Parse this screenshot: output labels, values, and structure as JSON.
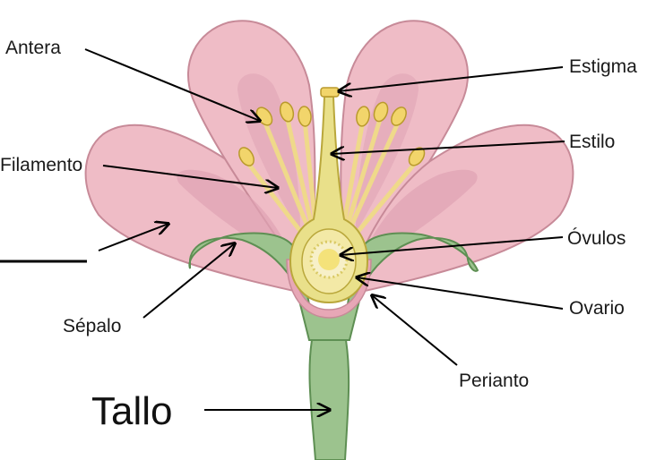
{
  "labels": {
    "antera": "Antera",
    "filamento": "Filamento",
    "estigma": "Estigma",
    "estilo": "Estilo",
    "ovulos": "Óvulos",
    "ovario": "Ovario",
    "sepalo": "Sépalo",
    "perianto": "Perianto",
    "tallo": "Tallo"
  },
  "colors": {
    "petal": "#efbcc6",
    "petal_shade": "#dfa3b4",
    "petal_outline": "#c78a98",
    "sepal": "#9cc38e",
    "sepal_outline": "#5e8f53",
    "stamen": "#f2d56b",
    "stamen_outline": "#b99a2c",
    "ovary": "#f3e9a6",
    "ovule": "#f7f0c8",
    "pistil": "#e9e08a"
  }
}
